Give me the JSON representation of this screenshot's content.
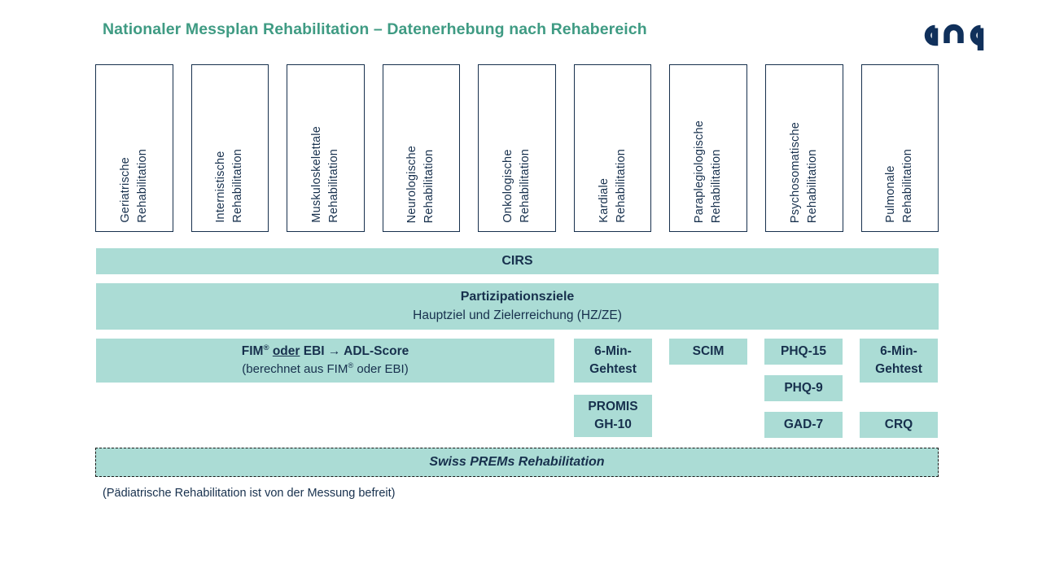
{
  "header": {
    "title": "Nationaler Messplan Rehabilitation – Datenerhebung nach Rehabereich",
    "title_color": "#3f9b83",
    "logo_text": "anq",
    "logo_color": "#10305b"
  },
  "theme": {
    "teal_band": "#abdcd5",
    "navy_text": "#17304d",
    "box_border": "#17304d",
    "dashed_border": "#1a1a1a",
    "background": "#ffffff"
  },
  "rehab_areas": [
    {
      "label": "Geriatrische\nRehabilitation"
    },
    {
      "label": "Internistische\nRehabilitation"
    },
    {
      "label": "Muskuloskelettale\nRehabilitation"
    },
    {
      "label": "Neurologische\nRehabilitation"
    },
    {
      "label": "Onkologische\nRehabilitation"
    },
    {
      "label": "Kardiale\nRehabilitation"
    },
    {
      "label": "Paraplegiologische\nRehabilitation"
    },
    {
      "label": "Psychosomatische\nRehabilitation"
    },
    {
      "label": "Pulmonale\nRehabilitation"
    }
  ],
  "bands": {
    "cirs": "CIRS",
    "partizipation": {
      "line_1": "Partizipationsziele",
      "line_2": "Hauptziel und Zielerreichung (HZ/ZE)"
    },
    "fim": {
      "line_1_pre": "FIM",
      "line_1_sup": "®",
      "line_1_oder": "oder",
      "line_1_post": " EBI → ADL-Score",
      "line_2_pre": "(berechnet aus FIM",
      "line_2_sup": "®",
      "line_2_post": " oder EBI)"
    },
    "prems": "Swiss PREMs Rehabilitation"
  },
  "instruments": [
    {
      "key": "6min_kardial",
      "label": "6-Min-\nGehtest"
    },
    {
      "key": "promis",
      "label": "PROMIS\nGH-10"
    },
    {
      "key": "scim",
      "label": "SCIM"
    },
    {
      "key": "phq15",
      "label": "PHQ-15"
    },
    {
      "key": "phq9",
      "label": "PHQ-9"
    },
    {
      "key": "gad7",
      "label": "GAD-7"
    },
    {
      "key": "6min_pulmonal",
      "label": "6-Min-\nGehtest"
    },
    {
      "key": "crq",
      "label": "CRQ"
    }
  ],
  "footnote": "(Pädiatrische Rehabilitation ist von der Messung befreit)"
}
